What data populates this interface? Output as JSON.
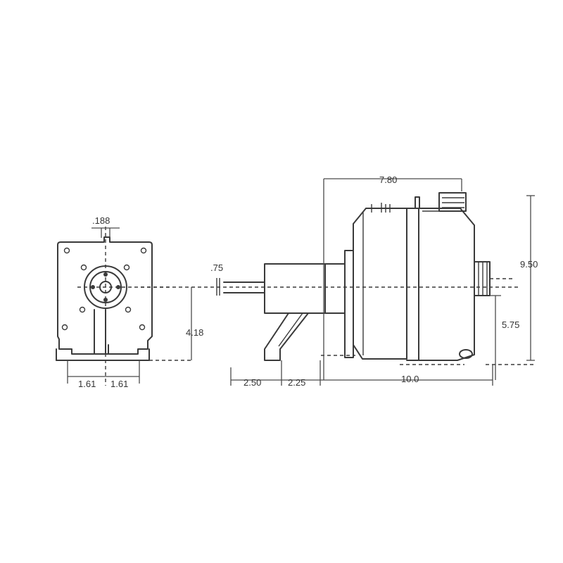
{
  "dimensions": {
    "hole_dia": ".188",
    "shaft_dia": ".75",
    "center_height_front": "4.18",
    "half_width_left": "1.61",
    "half_width_right": "1.61",
    "body_width": "7.80",
    "overall_height": "9.50",
    "bracket_height": "5.75",
    "shaft_length": "2.50",
    "hub_length": "2.25",
    "body_length": "10.0"
  }
}
